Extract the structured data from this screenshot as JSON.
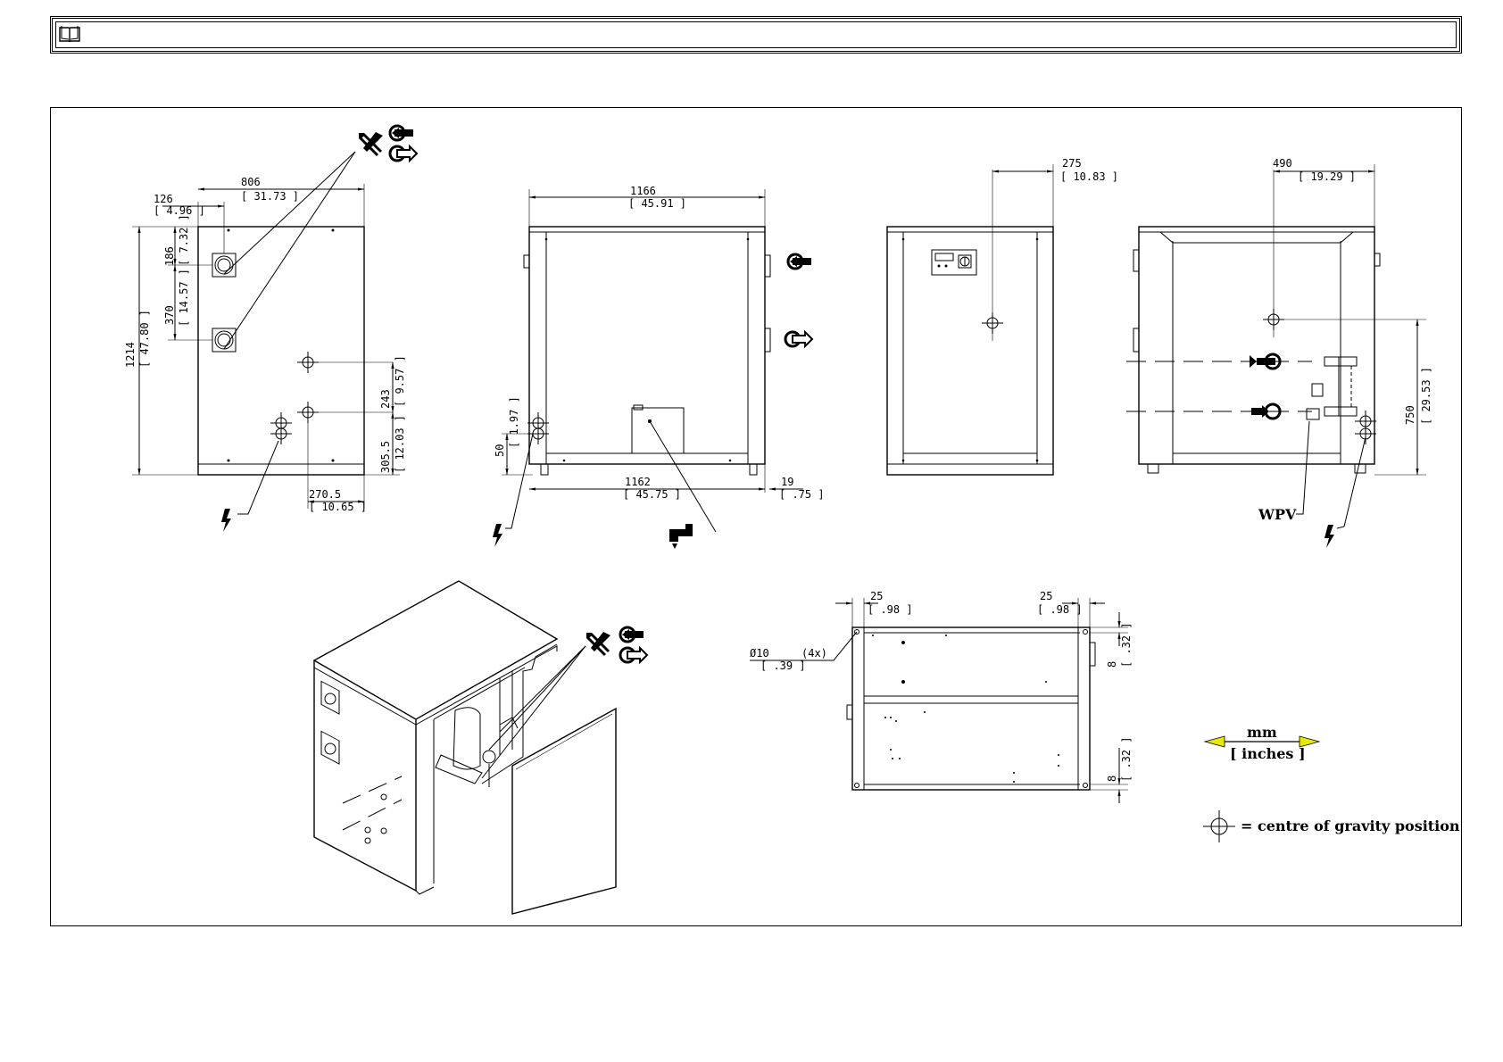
{
  "header": {
    "icon": "book-icon"
  },
  "views": {
    "left_side": {
      "dims": {
        "width_mm": "806",
        "width_in": "[ 31.73 ]",
        "offset_mm": "126",
        "offset_in": "[ 4.96 ]",
        "height_mm": "1214",
        "height_in": "[ 47.80 ]",
        "top_conn_mm": "186",
        "top_conn_in": "[ 7.32 ]",
        "conn_gap_mm": "370",
        "conn_gap_in": "[ 14.57 ]",
        "cg_gap_mm": "243",
        "cg_gap_in": "[ 9.57 ]",
        "cg_height_mm": "305.5",
        "cg_height_in": "[ 12.03 ]",
        "cg_x_mm": "270.5",
        "cg_x_in": "[ 10.65 ]"
      }
    },
    "front": {
      "dims": {
        "top_width_mm": "1166",
        "top_width_in": "[ 45.91 ]",
        "base_width_mm": "1162",
        "base_width_in": "[ 45.75 ]",
        "foot_mm": "19",
        "foot_in": "[ .75 ]",
        "power_h_mm": "50",
        "power_h_in": "[ 1.97 ]"
      }
    },
    "right_side": {
      "dims": {
        "cg_x_mm": "275",
        "cg_x_in": "[ 10.83 ]"
      }
    },
    "rear": {
      "dims": {
        "cg_x_mm": "490",
        "cg_x_in": "[ 19.29 ]",
        "cg_h_mm": "750",
        "cg_h_in": "[ 29.53 ]"
      },
      "label_wpv": "WPV"
    },
    "top_view": {
      "dims": {
        "left_mm": "25",
        "left_in": "[ .98 ]",
        "right_mm": "25",
        "right_in": "[ .98 ]",
        "hole_mm": "Ø10",
        "hole_count": "(4x)",
        "hole_in": "[ .39 ]",
        "top_off_mm": "8",
        "top_off_in": "[ .32 ]",
        "bot_off_mm": "8",
        "bot_off_in": "[ .32 ]"
      }
    }
  },
  "legend": {
    "units_primary": "mm",
    "units_secondary": "[ inches ]",
    "cog_text": "= centre of gravity position",
    "arrow_color": "#e8e800"
  },
  "icons": [
    "book-icon",
    "tools-icon",
    "air-inlet-icon",
    "air-outlet-icon",
    "power-icon",
    "water-drain-icon",
    "cog-symbol-icon"
  ]
}
